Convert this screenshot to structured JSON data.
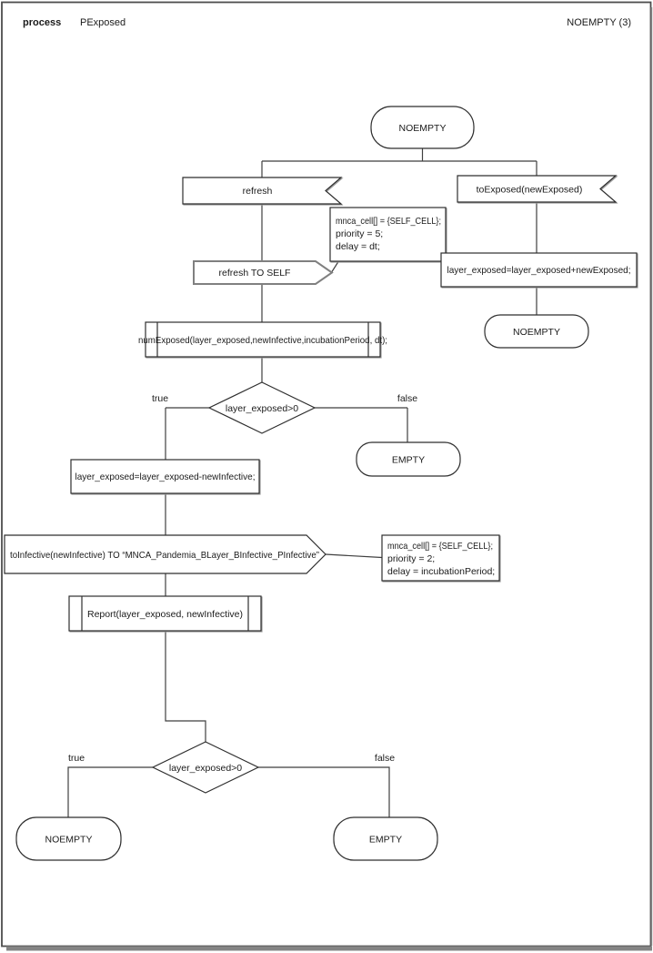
{
  "header": {
    "doc_type": "process",
    "doc_name": "PExposed",
    "doc_state": "NOEMPTY (3)"
  },
  "labels": {
    "true": "true",
    "false": "false"
  },
  "nodes": {
    "start_state": "NOEMPTY",
    "refresh_receive": "refresh",
    "toexposed_receive": "toExposed(newExposed)",
    "note1": {
      "l1": "mnca_cell[] = {SELF_CELL};",
      "l2": "priority = 5;",
      "l3": "delay = dt;"
    },
    "refresh_send": "refresh TO SELF",
    "assign_plus": "layer_exposed=layer_exposed+newExposed;",
    "noempty_state2": "NOEMPTY",
    "numexposed_call": "numExposed(layer_exposed,newInfective,incubationPeriod, dt);",
    "decision1": "layer_exposed>0",
    "empty_state1": "EMPTY",
    "assign_minus": "layer_exposed=layer_exposed-newInfective;",
    "toinfective_send": "toInfective(newInfective) TO “MNCA_Pandemia_BLayer_BInfective_PInfective”",
    "note2": {
      "l1": "mnca_cell[] = {SELF_CELL};",
      "l2": "priority = 2;",
      "l3": "delay = incubationPeriod;"
    },
    "report_call": "Report(layer_exposed, newInfective)",
    "decision2": "layer_exposed>0",
    "noempty_state3": "NOEMPTY",
    "empty_state2": "EMPTY"
  },
  "colors": {
    "background": "#ffffff",
    "connector": "#3f3f3f",
    "shape_border": "#2e2e2e",
    "send_shape_border": "#808080",
    "page_border": "#4d4d4d",
    "page_shadow": "#848484",
    "text": "#1a1a1a"
  }
}
